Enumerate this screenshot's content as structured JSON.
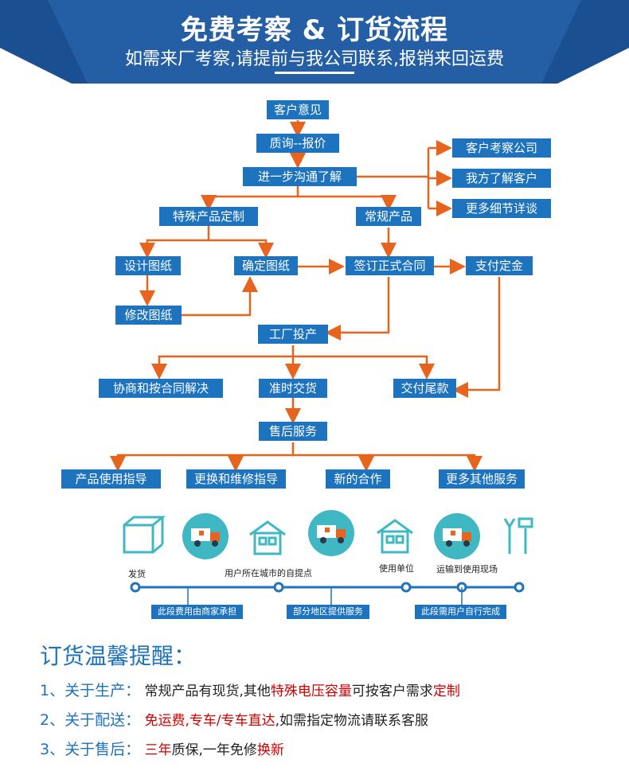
{
  "banner": {
    "title": "免费考察 & 订货流程",
    "subtitle": "如需来厂考察,请提前与我公司联系,报销来回运费"
  },
  "flow": {
    "customer_opinion": "客户意见",
    "quote": "质询--报价",
    "communicate": "进一步沟通了解",
    "visit_company": "客户考察公司",
    "know_customer": "我方了解客户",
    "more_details": "更多细节详谈",
    "special_product": "特殊产品定制",
    "regular_product": "常规产品",
    "design_drawing": "设计图纸",
    "confirm_drawing": "确定图纸",
    "sign_contract": "签订正式合同",
    "pay_deposit": "支付定金",
    "modify_drawing": "修改图纸",
    "factory_production": "工厂投产",
    "negotiate": "协商和按合同解决",
    "on_time_delivery": "准时交货",
    "final_payment": "交付尾款",
    "after_sales": "售后服务",
    "product_guide": "产品使用指导",
    "replace_repair": "更换和维修指导",
    "new_cooperation": "新的合作",
    "more_services": "更多其他服务"
  },
  "logistics": {
    "ship": "发货",
    "pickup": "用户所在城市的自提点",
    "unit": "使用单位",
    "site": "运输到使用现场",
    "seg1": "此段费用由商家承担",
    "seg2": "部分地区提供服务",
    "seg3": "此段需用户自行完成",
    "icons": [
      "box-icon",
      "truck-icon",
      "house-icon",
      "truck-icon",
      "house-icon",
      "truck-icon",
      "tools-icon"
    ]
  },
  "notes": {
    "title": "订货温馨提醒：",
    "n1_num": "1、关于生产：",
    "n1_a": "常规产品有现货,其他",
    "n1_b": "特殊电压容量",
    "n1_c": "可按客户需求",
    "n1_d": "定制",
    "n2_num": "2、关于配送：",
    "n2_a": "免运费,专车/专车直达",
    "n2_b": ",如需指定物流请联系客服",
    "n3_num": "3、关于售后：",
    "n3_a": "三年",
    "n3_b": "质保,一年免修",
    "n3_c": "换新"
  },
  "colors": {
    "blue": "#1e73be",
    "orange": "#e8641c",
    "banner": "#245fa6",
    "red": "#d40000"
  }
}
